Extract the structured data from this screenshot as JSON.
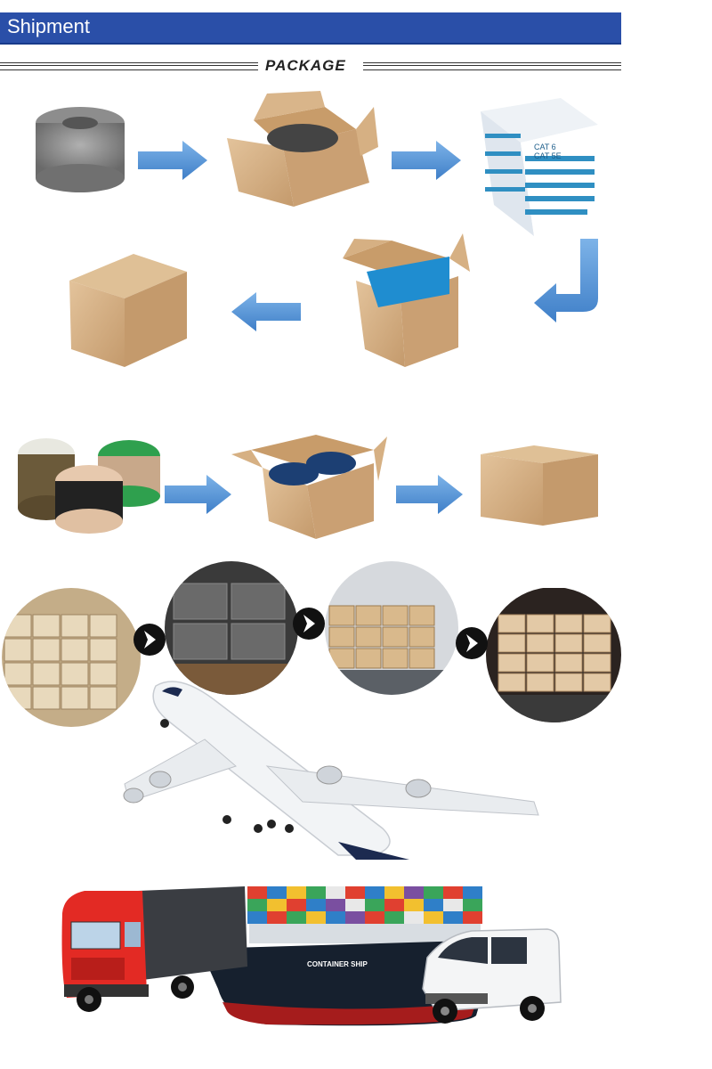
{
  "header": {
    "title": "Shipment"
  },
  "section": {
    "title": "PACKAGE"
  },
  "labels": {
    "cat_box_line1": "CAT 6",
    "cat_box_line2": "CAT 5E",
    "ship_label": "CONTAINER SHIP"
  },
  "colors": {
    "header_bg": "#2a4fa8",
    "arrow": "#4a8fd6",
    "carton": "#d8b48a"
  },
  "icons": [
    "cable-coil-icon",
    "arrow-right-icon",
    "cardboard-box-icon",
    "airplane-icon",
    "truck-icon",
    "container-ship-icon",
    "van-icon"
  ]
}
